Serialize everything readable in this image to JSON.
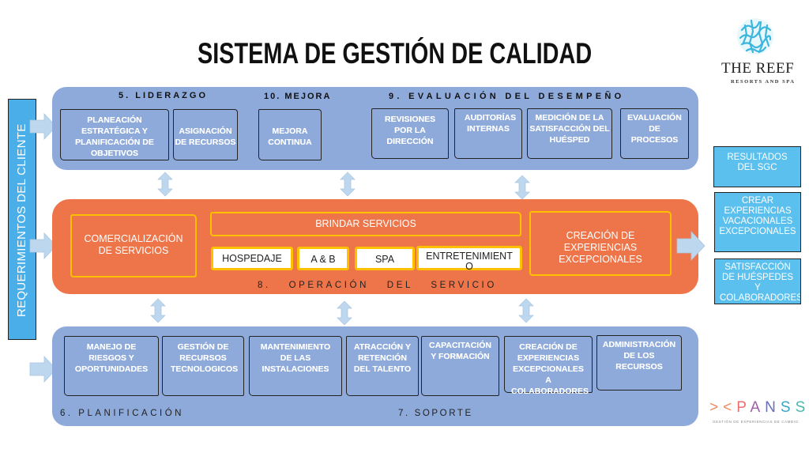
{
  "title": "SISTEMA DE GESTIÓN DE CALIDAD",
  "logos": {
    "reef_name": "THE REEF",
    "reef_sub": "RESORTS AND SPA",
    "xpanss_name": "XPANSS",
    "xpanss_letters": [
      "P",
      "A",
      "N",
      "S",
      "S"
    ],
    "xpanss_sub": "GESTIÓN DE EXPERIENCIAS DE CAMBIO"
  },
  "input": {
    "label": "REQUERIMIENTOS DEL CLIENTE"
  },
  "top_band": {
    "sections": [
      {
        "label": "5. LIDERAZGO"
      },
      {
        "label": "10. MEJORA"
      },
      {
        "label": "9. EVALUACIÓN DEL DESEMPEÑO"
      }
    ],
    "boxes": [
      "PLANEACIÓN ESTRATÉGICA Y PLANIFICACIÓN DE OBJETIVOS",
      "ASIGNACIÓN DE RECURSOS",
      "MEJORA CONTINUA",
      "REVISIONES POR LA DIRECCIÓN",
      "AUDITORÍAS INTERNAS",
      "MEDICIÓN DE LA SATISFACCIÓN DEL HUÉSPED",
      "EVALUACIÓN DE PROCESOS"
    ]
  },
  "middle_band": {
    "label": "8. OPERACIÓN DEL SERVICIO",
    "left_box": "COMERCIALIZACIÓN DE SERVICIOS",
    "center_header": "BRINDAR SERVICIOS",
    "services": [
      "HOSPEDAJE",
      "A & B",
      "SPA",
      "ENTRETENIMIENTO"
    ],
    "right_box": "CREACIÓN DE EXPERIENCIAS EXCEPCIONALES"
  },
  "bottom_band": {
    "sections": [
      {
        "label": "6. PLANIFICACIÓN"
      },
      {
        "label": "7. SOPORTE"
      }
    ],
    "boxes": [
      "MANEJO DE RIESGOS Y OPORTUNIDADES",
      "GESTIÓN DE RECURSOS TECNOLOGICOS",
      "MANTENIMIENTO DE LAS INSTALACIONES",
      "ATRACCIÓN Y RETENCIÓN DEL TALENTO",
      "CAPACITACIÓN Y FORMACIÓN",
      "CREACIÓN DE EXPERIENCIAS EXCEPCIONALES A COLABORADORES",
      "ADMINISTRACIÓN DE LOS RECURSOS"
    ]
  },
  "outputs": [
    "RESULTADOS DEL SGC",
    "CREAR EXPERIENCIAS VACACIONALES EXCEPCIONALES",
    "SATISFACCIÓN DE HUÉSPEDES Y COLABORADORES"
  ],
  "colors": {
    "blue_band": "#8eaadb",
    "orange_band": "#ed7549",
    "yellow_outline": "#ffc000",
    "client_blue": "#4aaee8",
    "output_blue": "#5bc0ee",
    "arrow_fill": "#bdd7ee"
  }
}
